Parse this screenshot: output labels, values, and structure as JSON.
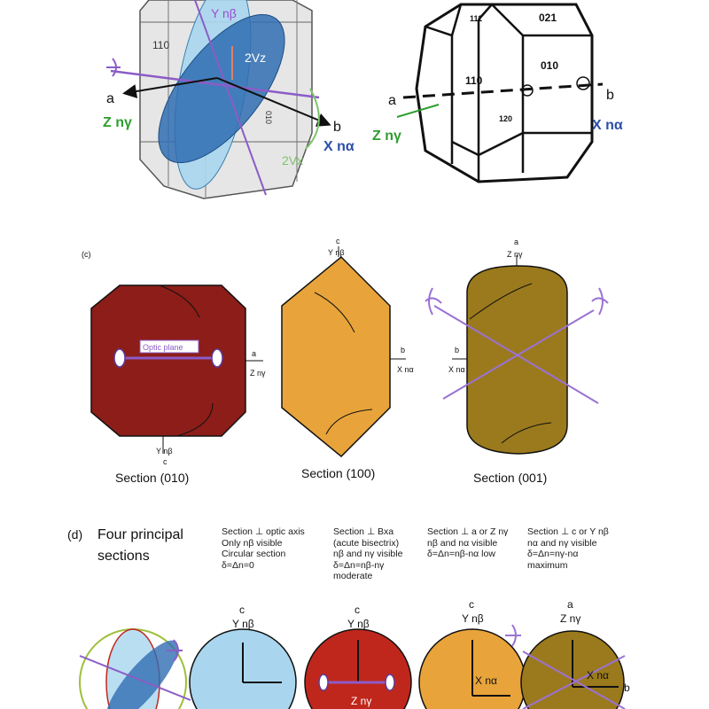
{
  "panel_top_left": {
    "face_110": "110",
    "face_010": "010",
    "label_Ynb": "Y nβ",
    "label_2Vz": "2Vz",
    "label_2Vx": "2Vx",
    "label_a": "a",
    "label_Z": "Z nγ",
    "label_b": "b",
    "label_X": "X nα"
  },
  "panel_top_right": {
    "face_111": "111",
    "face_021": "021",
    "face_010": "010",
    "face_110": "110",
    "face_120": "120",
    "label_a": "a",
    "label_Z": "Z nγ",
    "label_b": "b",
    "label_X": "X nα"
  },
  "panel_c": {
    "panel_letter": "(c)",
    "optic_plane": "Optic plane",
    "sec010": {
      "caption": "Section (010)",
      "right_axis": "a",
      "right_ind": "Z nγ",
      "bottom_ind": "Y nβ",
      "bottom_axis": "c",
      "color": "#8c1d18"
    },
    "sec100": {
      "caption": "Section (100)",
      "top_axis": "c",
      "top_ind": "Y nβ",
      "right_axis": "b",
      "right_ind": "X nα",
      "color": "#e8a43a"
    },
    "sec001": {
      "caption": "Section (001)",
      "top_axis": "a",
      "top_ind": "Z nγ",
      "left_axis": "b",
      "left_ind": "X nα",
      "color": "#9a7a1c"
    }
  },
  "panel_d": {
    "panel_letter": "(d)",
    "title_line1": "Four principal",
    "title_line2": "sections",
    "descriptions": [
      "Section ⊥ optic axis\nOnly nβ visible\nCircular section\nδ=Δn=0",
      "Section ⊥ Bxa\n(acute bisectrix)\nnβ and nγ visible\nδ=Δn=nβ-nγ\nmoderate",
      "Section ⊥ a or Z nγ\nnβ and nα visible\nδ=Δn=nβ-nα low",
      "Section ⊥ c or Y nβ\nnα and nγ visible\nδ=Δn=nγ-nα\nmaximum"
    ],
    "circles": [
      {
        "axis": "c",
        "ind": "Y nβ",
        "color": "#a9d6ee"
      },
      {
        "axis": "c",
        "ind": "Y nβ",
        "color": "#c0271c",
        "bottom": "Z nγ"
      },
      {
        "axis": "c",
        "ind": "Y nβ",
        "color": "#e8a43a",
        "right": "X nα"
      },
      {
        "axis": "a",
        "ind": "Z nγ",
        "color": "#9a7a1c",
        "right": "X nα",
        "right_axis": "b"
      }
    ]
  }
}
